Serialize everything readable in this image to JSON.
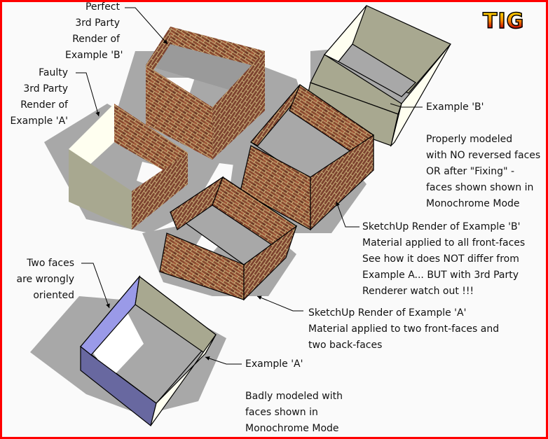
{
  "logo": {
    "text": "TIG"
  },
  "labels": {
    "perfect_render_b": "Perfect\n3rd Party\nRender of\nExample 'B'",
    "faulty_render_a": "Faulty\n3rd Party\nRender of\nExample 'A'",
    "example_b": "Example 'B'",
    "example_b_desc": "Properly modeled\nwith NO reversed faces\nOR after \"Fixing\" -\nfaces shown shown in\nMonochrome Mode",
    "sketchup_render_b": "SketchUp Render of Example 'B'\nMaterial applied to all front-faces\nSee how it does NOT differ from\nExample A... BUT with 3rd Party\nRenderer watch out !!!",
    "sketchup_render_a": "SketchUp Render of Example 'A'\nMaterial applied to two front-faces and\ntwo back-faces",
    "two_faces_wrong": "Two faces\nare wrongly\noriented",
    "example_a": "Example 'A'",
    "example_a_desc": "Badly modeled with\nfaces shown in\nMonochrome Mode"
  },
  "colors": {
    "border": "#ff0000",
    "background": "#fafafa",
    "shadow": "#a8a8a8",
    "front_face": "#a8a890",
    "back_face_light": "#fffff0",
    "reversed_face": "#9a9ae8",
    "reversed_face_dark": "#6868a0",
    "brick": "#8a4a30"
  }
}
